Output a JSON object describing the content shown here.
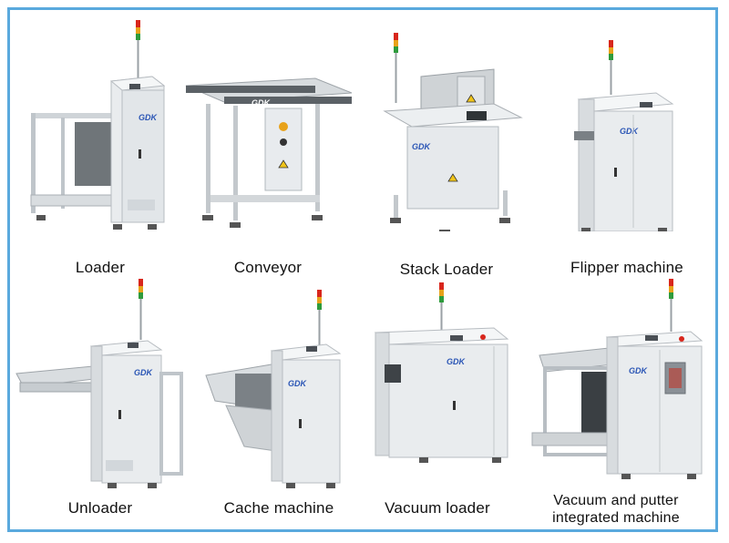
{
  "brand": "GDK",
  "colors": {
    "frame_border": "#5aa9dd",
    "machine_body": "#e9ecee",
    "machine_shadow": "#c9ced2",
    "logo_blue": "#2a55b5",
    "beacon_red": "#d8261c",
    "beacon_amber": "#e8a21a",
    "beacon_green": "#2e9b3c"
  },
  "machines": [
    {
      "name": "Loader"
    },
    {
      "name": "Conveyor"
    },
    {
      "name": "Stack  Loader"
    },
    {
      "name": "Flipper machine"
    },
    {
      "name": "Unloader"
    },
    {
      "name": "Cache machine"
    },
    {
      "name": "Vacuum loader"
    },
    {
      "name_line1": "Vacuum and putter",
      "name_line2": "integrated machine"
    }
  ]
}
